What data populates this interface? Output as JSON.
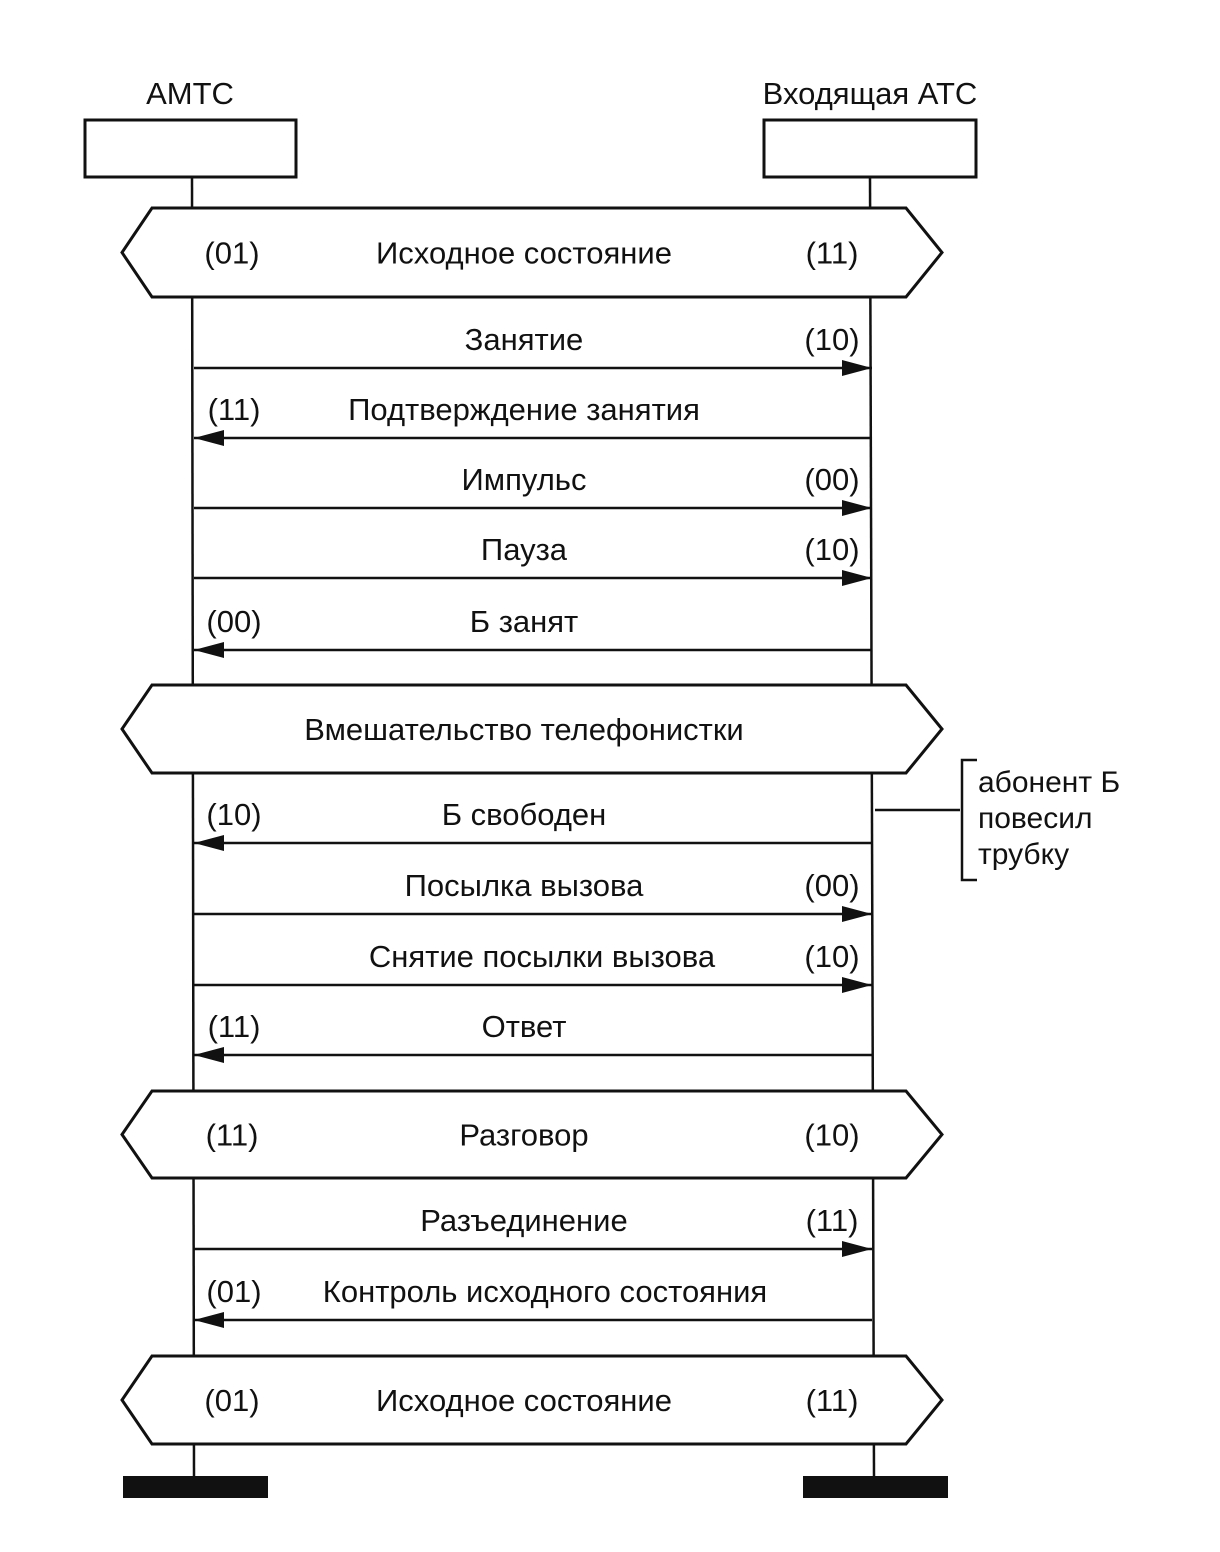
{
  "participants": {
    "left": "АМТС",
    "right": "Входящая АТС"
  },
  "states": [
    {
      "label": "Исходное состояние",
      "left_code": "(01)",
      "right_code": "(11)"
    },
    {
      "label": "Вмешательство телефонистки",
      "left_code": "",
      "right_code": ""
    },
    {
      "label": "Разговор",
      "left_code": "(11)",
      "right_code": "(10)"
    },
    {
      "label": "Исходное состояние",
      "left_code": "(01)",
      "right_code": "(11)"
    }
  ],
  "messages": [
    {
      "label": "Занятие",
      "direction": "right",
      "code": "(10)"
    },
    {
      "label": "Подтверждение занятия",
      "direction": "left",
      "code": "(11)"
    },
    {
      "label": "Импульс",
      "direction": "right",
      "code": "(00)"
    },
    {
      "label": "Пауза",
      "direction": "right",
      "code": "(10)"
    },
    {
      "label": "Б занят",
      "direction": "left",
      "code": "(00)"
    },
    {
      "label": "Б свободен",
      "direction": "left",
      "code": "(10)"
    },
    {
      "label": "Посылка вызова",
      "direction": "right",
      "code": "(00)"
    },
    {
      "label": "Снятие посылки вызова",
      "direction": "right",
      "code": "(10)"
    },
    {
      "label": "Ответ",
      "direction": "left",
      "code": "(11)"
    },
    {
      "label": "Разъединение",
      "direction": "right",
      "code": "(11)"
    },
    {
      "label": "Контроль исходного состояния",
      "direction": "left",
      "code": "(01)"
    }
  ],
  "annotation": {
    "lines": [
      "абонент Б",
      "повесил",
      "трубку"
    ]
  }
}
